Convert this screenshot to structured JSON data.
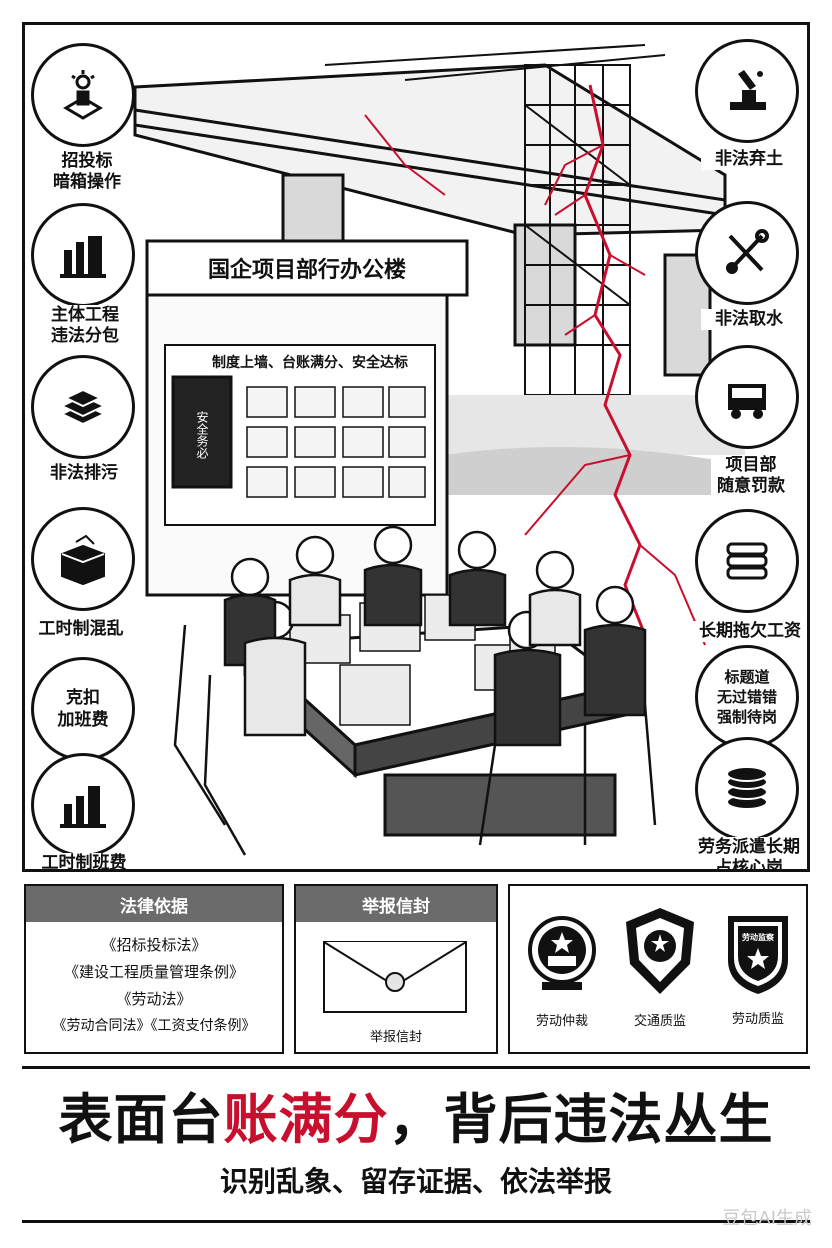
{
  "scene": {
    "building_sign": "国企项目部行办公楼",
    "board_caption": "制度上墙、台账满分、安全达标",
    "banner_text": "安全务必"
  },
  "left_bubbles": [
    {
      "label": "招投标\n暗箱操作",
      "icon": "podium-icon"
    },
    {
      "label": "主体工程\n违法分包",
      "icon": "building-icon"
    },
    {
      "label": "非法排污",
      "icon": "layers-icon"
    },
    {
      "label": "工时制混乱",
      "icon": "box-icon"
    },
    {
      "label": "克扣\n加班费",
      "icon": "none"
    },
    {
      "label": "工时制班费",
      "icon": "bar-building-icon"
    }
  ],
  "right_bubbles": [
    {
      "label": "非法弃土",
      "icon": "excavator-icon"
    },
    {
      "label": "非法取水",
      "icon": "tools-icon"
    },
    {
      "label": "项目部\n随意罚款",
      "icon": "truck-icon"
    },
    {
      "label": "长期拖欠工资",
      "icon": "stack-icon"
    },
    {
      "label": "标题道\n无过错错\n强制待岗",
      "icon": "none"
    },
    {
      "label": "劳务派遣长期\n占核心岗",
      "icon": "coins-icon"
    }
  ],
  "legal_panel": {
    "title": "法律依据",
    "laws": [
      "《招标投标法》",
      "《建设工程质量管理条例》",
      "《劳动法》",
      "《劳动合同法》《工资支付条例》"
    ]
  },
  "report_panel": {
    "title": "举报信封",
    "caption": "举报信封"
  },
  "agencies": [
    {
      "name": "劳动仲裁",
      "icon": "national-emblem-icon"
    },
    {
      "name": "交通质监",
      "icon": "police-badge-icon"
    },
    {
      "name": "劳动质监",
      "icon": "shield-badge-icon",
      "badge_text": "劳动监察"
    }
  ],
  "headline": {
    "part1": "表面台",
    "highlight": "账满分",
    "part2": "，背后违法丛生"
  },
  "subline": "识别乱象、留存证据、依法举报",
  "watermark": "豆包AI生成",
  "colors": {
    "accent_red": "#c8102e",
    "panel_header_gray": "#6b6b6b"
  }
}
